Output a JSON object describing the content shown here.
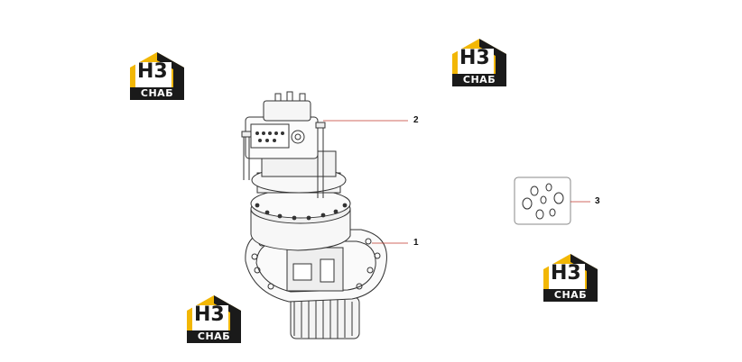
{
  "logos": [
    {
      "id": "logo-top-left",
      "mark": "H3",
      "text": "СНАБ"
    },
    {
      "id": "logo-top-right",
      "mark": "H3",
      "text": "СНАБ"
    },
    {
      "id": "logo-bottom-left",
      "mark": "H3",
      "text": "СНАБ"
    },
    {
      "id": "logo-bottom-right",
      "mark": "H3",
      "text": "СНАБ"
    }
  ],
  "callouts": [
    {
      "id": "callout-1",
      "label": "1",
      "part": "swing-reduction-gear"
    },
    {
      "id": "callout-2",
      "label": "2",
      "part": "swing-motor"
    },
    {
      "id": "callout-3",
      "label": "3",
      "part": "seal-kit"
    }
  ],
  "colors": {
    "logo_yellow": "#f2b705",
    "logo_dark": "#1a1a1a",
    "line": "#c0392b",
    "drawing": "#333333"
  }
}
